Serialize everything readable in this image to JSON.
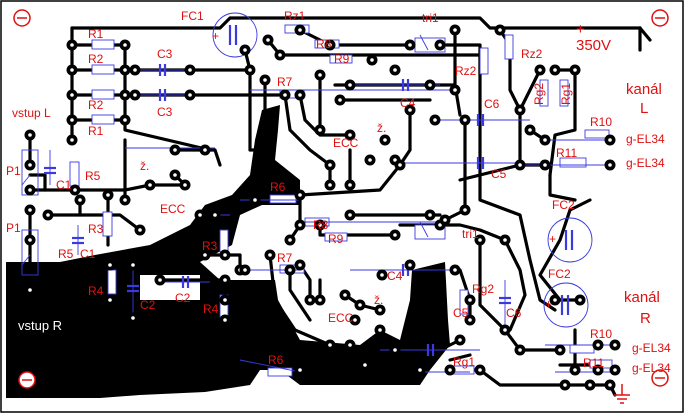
{
  "labels": {
    "fc1": "FC1",
    "fc2_top": "FC2",
    "fc2_bottom": "FC2",
    "rz1": "Rz1",
    "rz2_right": "Rz2",
    "rz2_left": "Rz2",
    "tri1_top": "tri1",
    "tri1_bottom": "tri1",
    "plus_top": "+",
    "hv": "350V",
    "r1_a": "R1",
    "r2_a": "R2",
    "r2_b": "R2",
    "r1_b": "R1",
    "c3_a": "C3",
    "c3_b": "C3",
    "vstup_l": "vstup L",
    "vstup_r": "vstup R",
    "p1_a": "P1",
    "p1_b": "P1",
    "c1_a": "C1",
    "c1_b": "C1",
    "r5_a": "R5",
    "r5_b": "R5",
    "r3": "R3",
    "r3_b": "R3",
    "r4_a": "R4",
    "r4_b": "R4",
    "c2_a": "C2",
    "c2_b": "C2",
    "z_a": "ž.",
    "z_b": "ž.",
    "z_c": "ž.",
    "ecc_left": "ECC",
    "ecc_top": "ECC",
    "ecc_bottom": "ECC",
    "r7_a": "R7",
    "r7_b": "R7",
    "r8_a": "R8",
    "r8_b": "R8",
    "r9_a": "R9",
    "r9_b": "R9",
    "c4_a": "C4",
    "c4_b": "C4",
    "c5_a": "C5",
    "c5_b": "C5",
    "c6_a": "C6",
    "c6_b": "C6",
    "r6_a": "R6",
    "r6_b": "R6",
    "rg2_a": "Rg2",
    "rg1_a": "Rg1",
    "rg2_b": "Rg2",
    "rg1_b": "Rg1",
    "r10_a": "R10",
    "r11": "R11",
    "r10_b": "R10",
    "r11_b": "R11",
    "out_a": "g-EL34",
    "out_b": "g-EL34",
    "out_c": "g-EL34",
    "out_d": "g-EL34",
    "kanal_l": "kanál",
    "kanal_l_ch": "L",
    "kanal_r": "kanál",
    "kanal_r_ch": "R",
    "plus_fc1": "+",
    "plus_fc2a": "+",
    "plus_fc2b": "+"
  },
  "colors": {
    "copper": "#000000",
    "board": "#ffffff",
    "silkscreen": "#3a3ae0",
    "text": "#e01010"
  },
  "icons": [
    "mounting-hole-icon",
    "ground-symbol-icon"
  ]
}
